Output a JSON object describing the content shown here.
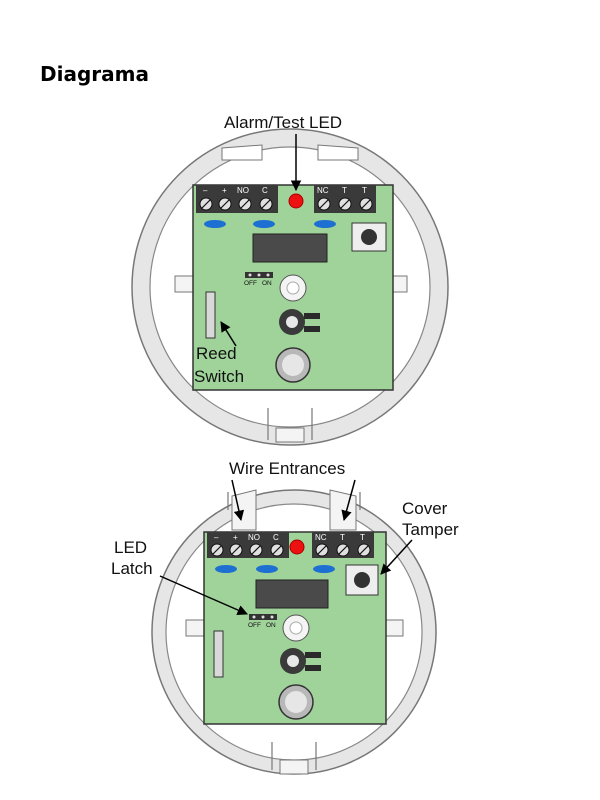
{
  "page": {
    "title": "Diagrama"
  },
  "diagram_top": {
    "callouts": {
      "alarm_led": "Alarm/Test LED",
      "reed_line1": "Reed",
      "reed_line2": "Switch"
    },
    "terminals_left": [
      "–",
      "+",
      "NO",
      "C"
    ],
    "terminals_right": [
      "NC",
      "T",
      "T"
    ],
    "jumper": {
      "off": "OFF",
      "on": "ON"
    }
  },
  "diagram_bottom": {
    "callouts": {
      "wire_entrances": "Wire Entrances",
      "cover_line1": "Cover",
      "cover_line2": "Tamper",
      "led_latch_line1": "LED",
      "led_latch_line2": "Latch"
    },
    "terminals_left": [
      "–",
      "+",
      "NO",
      "C"
    ],
    "terminals_right": [
      "NC",
      "T",
      "T"
    ],
    "jumper": {
      "off": "OFF",
      "on": "ON"
    }
  },
  "colors": {
    "pcb": "#9fd39a",
    "led": "#ee1111",
    "oval": "#1d6fd1",
    "housing": "#e8e8e8"
  }
}
